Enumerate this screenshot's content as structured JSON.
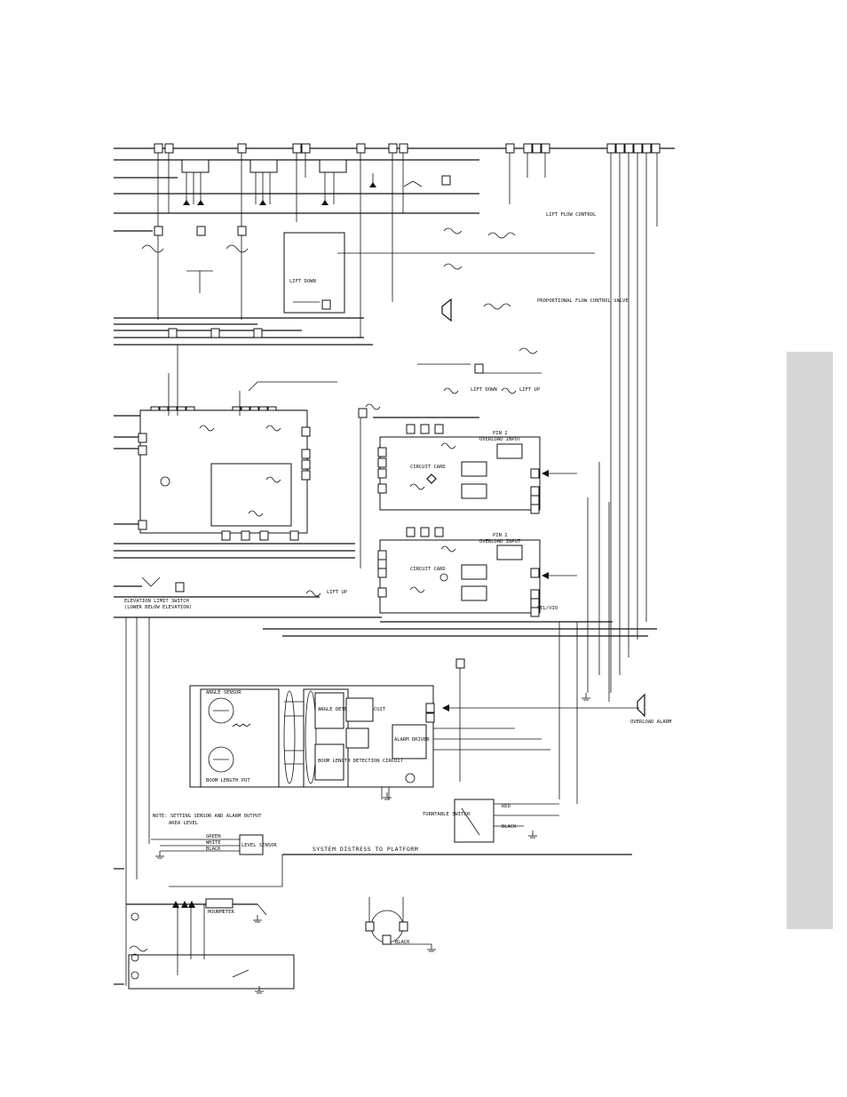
{
  "labels": {
    "lift_down": "LIFT DOWN",
    "lift_up": "LIFT UP",
    "circuit_card_1": "CIRCUIT CARD",
    "circuit_card_2": "CIRCUIT CARD",
    "overload_input_1": "OVERLOAD INPUT",
    "overload_input_2": "OVERLOAD INPUT",
    "pin2_1": "PIN 2",
    "pin2_2": "PIN 2",
    "yellow_v": "YEL/VIO",
    "elevation_limit": "ELEVATION LIMIT SWITCH",
    "elevation_limit_sub": "(LOWER BELOW ELEVATION)",
    "angle_sensor": "ANGLE SENSOR",
    "angle_detection": "ANGLE DETECTION CIRCUIT",
    "boom_length_detection": "BOOM LENGTH DETECTION CIRCUIT",
    "boom_length_pot": "BOOM LENGTH POT",
    "alarm_driver": "ALARM DRIVER",
    "overload_alarm": "OVERLOAD ALARM",
    "note": "NOTE: SETTING SENSOR AND ALARM OUTPUT",
    "note2": "AREA LEVEL",
    "level_sensor": "LEVEL SENSOR",
    "turntable_switch": "TURNTABLE SWITCH",
    "system_distress": "SYSTEM DISTRESS TO PLATFORM",
    "hourmeter": "HOURMETER",
    "lift_flow": "LIFT FLOW CONTROL",
    "proportional_flow": "PROPORTIONAL FLOW CONTROL VALVE",
    "green": "GREEN",
    "white": "WHITE",
    "black": "BLACK",
    "red": "RED"
  },
  "colors": {
    "ink": "#111111",
    "side_tab": "#d6d6d6"
  }
}
